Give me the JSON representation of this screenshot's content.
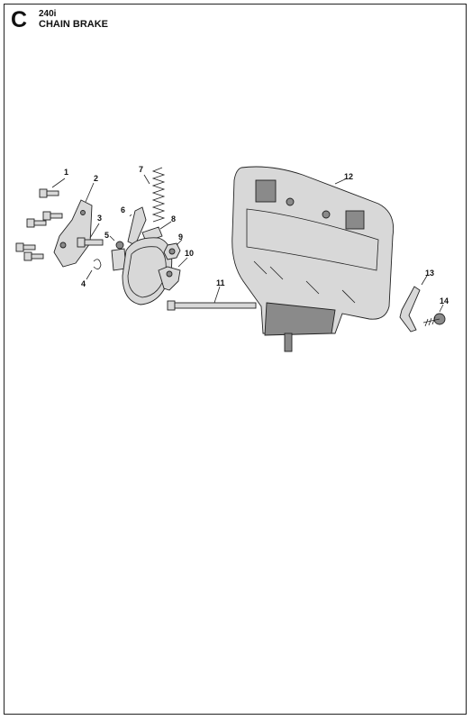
{
  "header": {
    "section_letter": "C",
    "model": "240i",
    "title": "CHAIN BRAKE"
  },
  "callouts": [
    "1",
    "2",
    "3",
    "4",
    "5",
    "6",
    "7",
    "8",
    "9",
    "10",
    "11",
    "12",
    "13",
    "14"
  ]
}
